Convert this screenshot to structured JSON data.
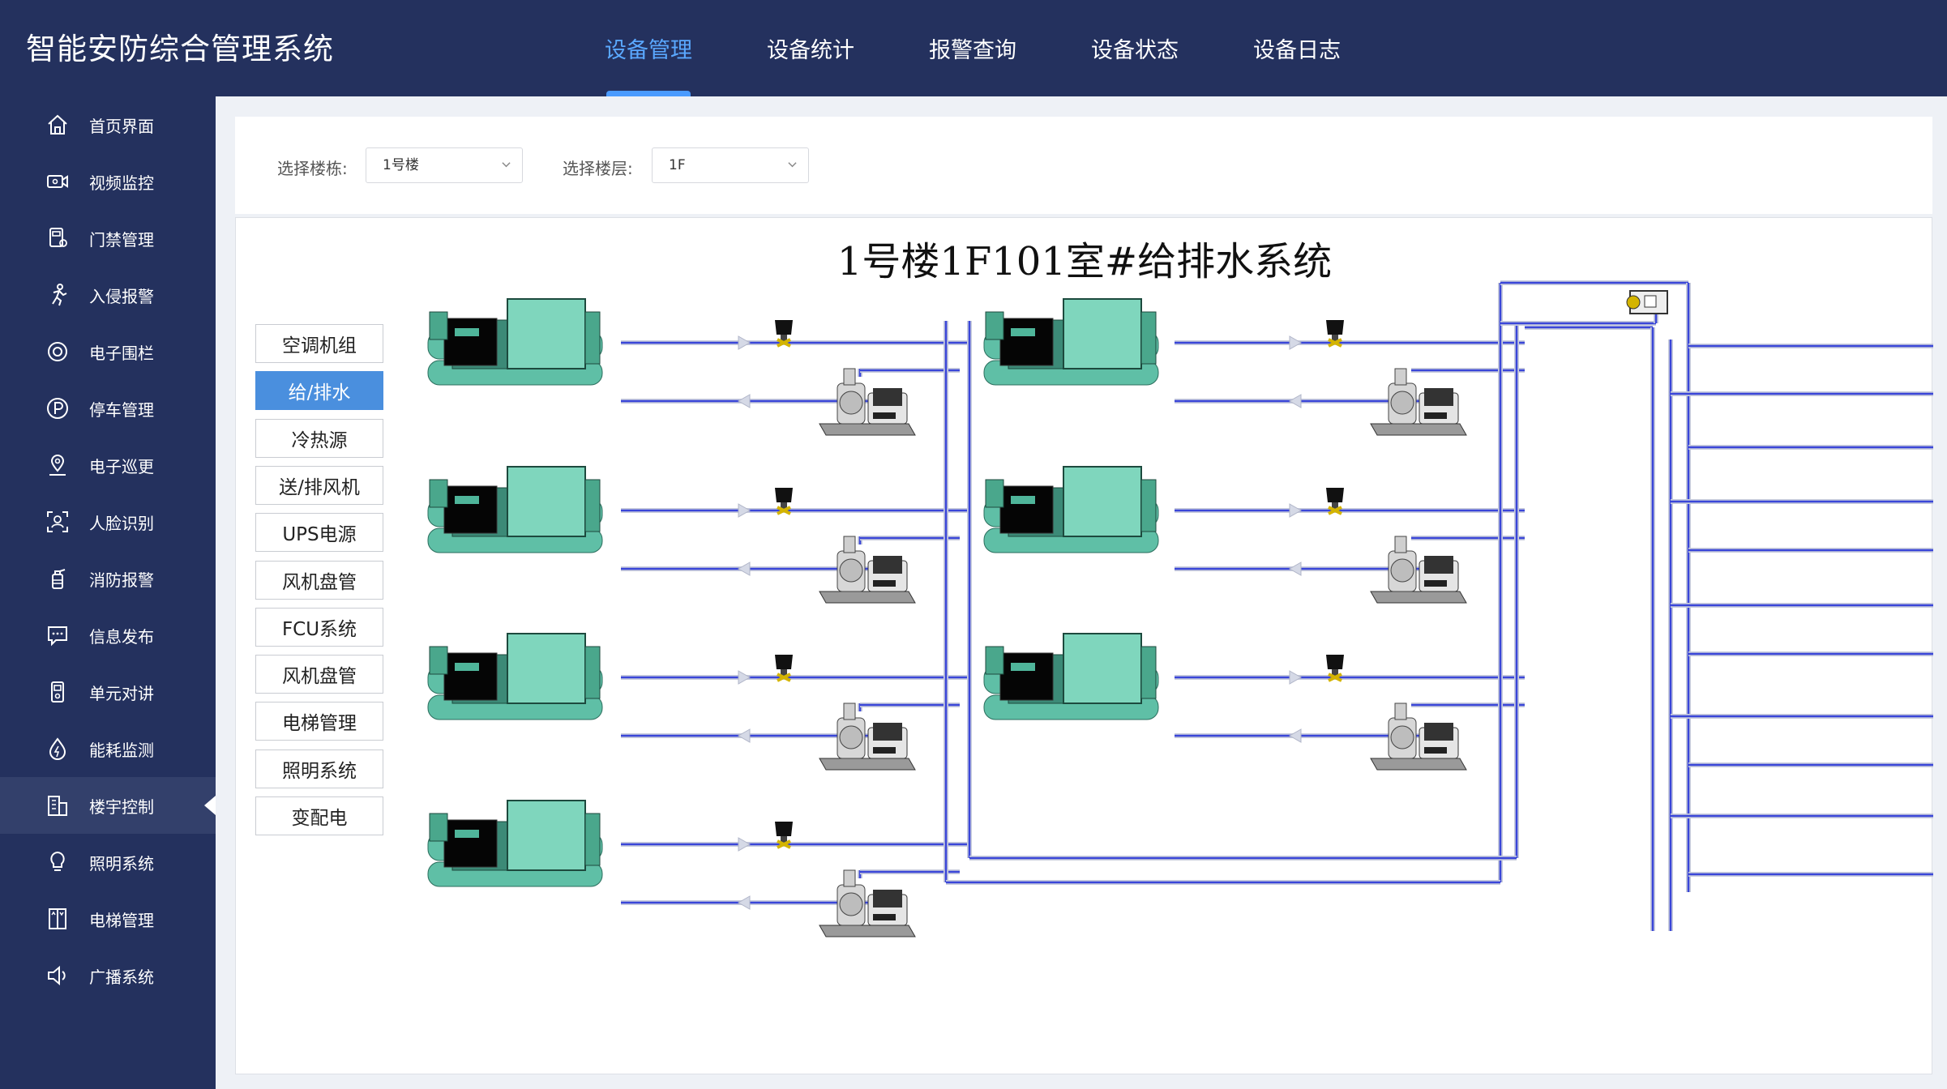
{
  "app": {
    "title": "智能安防综合管理系统"
  },
  "topnav": {
    "tabs": [
      {
        "label": "设备管理",
        "active": true
      },
      {
        "label": "设备统计",
        "active": false
      },
      {
        "label": "报警查询",
        "active": false
      },
      {
        "label": "设备状态",
        "active": false
      },
      {
        "label": "设备日志",
        "active": false
      }
    ]
  },
  "sidebar": {
    "items": [
      {
        "label": "首页界面",
        "icon": "home-icon"
      },
      {
        "label": "视频监控",
        "icon": "video-camera-icon"
      },
      {
        "label": "门禁管理",
        "icon": "access-control-icon"
      },
      {
        "label": "入侵报警",
        "icon": "intruder-icon"
      },
      {
        "label": "电子围栏",
        "icon": "target-icon"
      },
      {
        "label": "停车管理",
        "icon": "parking-icon"
      },
      {
        "label": "电子巡更",
        "icon": "location-pin-icon"
      },
      {
        "label": "人脸识别",
        "icon": "face-scan-icon"
      },
      {
        "label": "消防报警",
        "icon": "fire-extinguisher-icon"
      },
      {
        "label": "信息发布",
        "icon": "message-icon"
      },
      {
        "label": "单元对讲",
        "icon": "intercom-icon"
      },
      {
        "label": "能耗监测",
        "icon": "energy-drop-icon"
      },
      {
        "label": "楼宇控制",
        "icon": "building-icon",
        "active": true
      },
      {
        "label": "照明系统",
        "icon": "lightbulb-icon"
      },
      {
        "label": "电梯管理",
        "icon": "elevator-icon"
      },
      {
        "label": "广播系统",
        "icon": "speaker-icon"
      }
    ]
  },
  "filters": {
    "building_label": "选择楼栋:",
    "building_value": "1号楼",
    "floor_label": "选择楼层:",
    "floor_value": "1F"
  },
  "diagram": {
    "title": "1号楼1F101室#给排水系统",
    "systems": [
      {
        "label": "空调机组",
        "active": false
      },
      {
        "label": "给/排水",
        "active": true
      },
      {
        "label": "冷热源",
        "active": false
      },
      {
        "label": "送/排风机",
        "active": false
      },
      {
        "label": "UPS电源",
        "active": false
      },
      {
        "label": "风机盘管",
        "active": false
      },
      {
        "label": "FCU系统",
        "active": false
      },
      {
        "label": "风机盘管",
        "active": false
      },
      {
        "label": "电梯管理",
        "active": false
      },
      {
        "label": "照明系统",
        "active": false
      },
      {
        "label": "变配电",
        "active": false
      }
    ]
  },
  "colors": {
    "header_bg": "#24315e",
    "active_tab": "#5aa8ff",
    "active_button": "#4a8fde",
    "pipe_blue": "#3a46d8",
    "chiller_green": "#5fbfa6"
  }
}
